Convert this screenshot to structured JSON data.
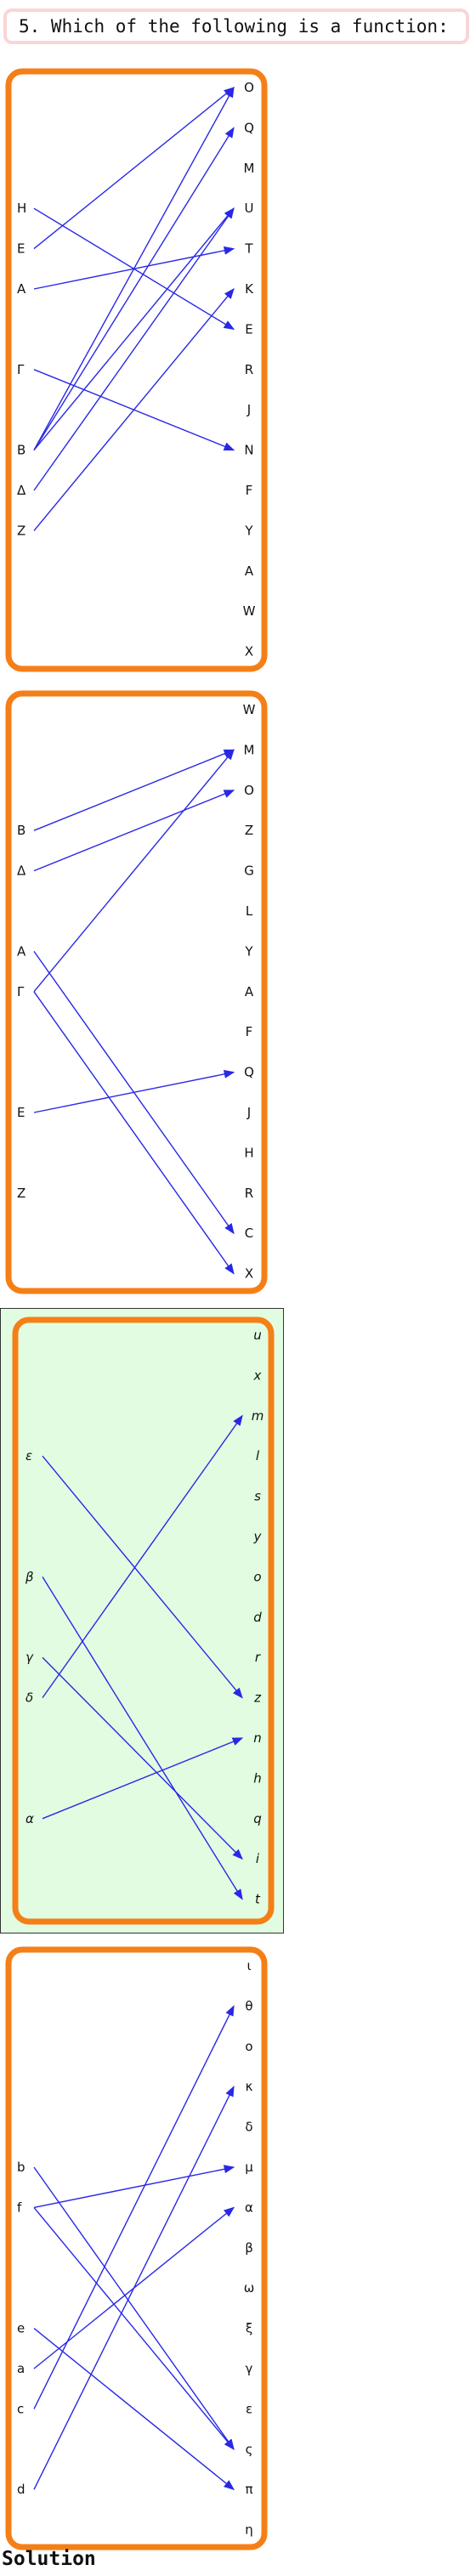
{
  "question": "5. Which of the following is a function:",
  "solution_label": "Solution",
  "arrow_color": "#2828e6",
  "frame_color": "#f57f17",
  "highlight_color": "#e1fce1",
  "panels": [
    {
      "id": "panel-1",
      "italic": false,
      "correct": false,
      "domain": [
        "H",
        "E",
        "A",
        "Γ",
        "B",
        "Δ",
        "Z"
      ],
      "domain_rows": [
        3,
        4,
        5,
        7,
        9,
        10,
        11
      ],
      "codomain": [
        "O",
        "Q",
        "M",
        "U",
        "T",
        "K",
        "E",
        "R",
        "J",
        "N",
        "F",
        "Y",
        "A",
        "W",
        "X"
      ],
      "mappings": [
        [
          "H",
          "E"
        ],
        [
          "E",
          "O"
        ],
        [
          "A",
          "T"
        ],
        [
          "Γ",
          "N"
        ],
        [
          "B",
          "O"
        ],
        [
          "B",
          "Q"
        ],
        [
          "B",
          "U"
        ],
        [
          "Δ",
          "U"
        ],
        [
          "Z",
          "K"
        ]
      ]
    },
    {
      "id": "panel-2",
      "italic": false,
      "correct": false,
      "domain": [
        "B",
        "Δ",
        "A",
        "Γ",
        "E",
        "Z"
      ],
      "domain_rows": [
        3,
        4,
        6,
        7,
        10,
        12
      ],
      "codomain": [
        "W",
        "M",
        "O",
        "Z",
        "G",
        "L",
        "Y",
        "A",
        "F",
        "Q",
        "J",
        "H",
        "R",
        "C",
        "X"
      ],
      "mappings": [
        [
          "B",
          "M"
        ],
        [
          "Δ",
          "O"
        ],
        [
          "A",
          "C"
        ],
        [
          "Γ",
          "M"
        ],
        [
          "Γ",
          "X"
        ],
        [
          "E",
          "Q"
        ]
      ]
    },
    {
      "id": "panel-3",
      "italic": true,
      "correct": true,
      "domain": [
        "ε",
        "β",
        "γ",
        "δ",
        "α"
      ],
      "domain_rows": [
        3,
        6,
        8,
        9,
        12
      ],
      "codomain": [
        "u",
        "x",
        "m",
        "l",
        "s",
        "y",
        "o",
        "d",
        "r",
        "z",
        "n",
        "h",
        "q",
        "i",
        "t"
      ],
      "mappings": [
        [
          "ε",
          "z"
        ],
        [
          "β",
          "t"
        ],
        [
          "γ",
          "i"
        ],
        [
          "δ",
          "m"
        ],
        [
          "α",
          "n"
        ]
      ]
    },
    {
      "id": "panel-4",
      "italic": false,
      "correct": false,
      "domain": [
        "b",
        "f",
        "e",
        "a",
        "c",
        "d"
      ],
      "domain_rows": [
        5,
        6,
        9,
        10,
        11,
        13
      ],
      "codomain": [
        "ι",
        "θ",
        "ο",
        "κ",
        "δ",
        "μ",
        "α",
        "β",
        "ω",
        "ξ",
        "γ",
        "ε",
        "ς",
        "π",
        "η"
      ],
      "mappings": [
        [
          "b",
          "ς"
        ],
        [
          "f",
          "μ"
        ],
        [
          "f",
          "ς"
        ],
        [
          "e",
          "π"
        ],
        [
          "a",
          "α"
        ],
        [
          "c",
          "θ"
        ],
        [
          "d",
          "κ"
        ]
      ]
    }
  ]
}
